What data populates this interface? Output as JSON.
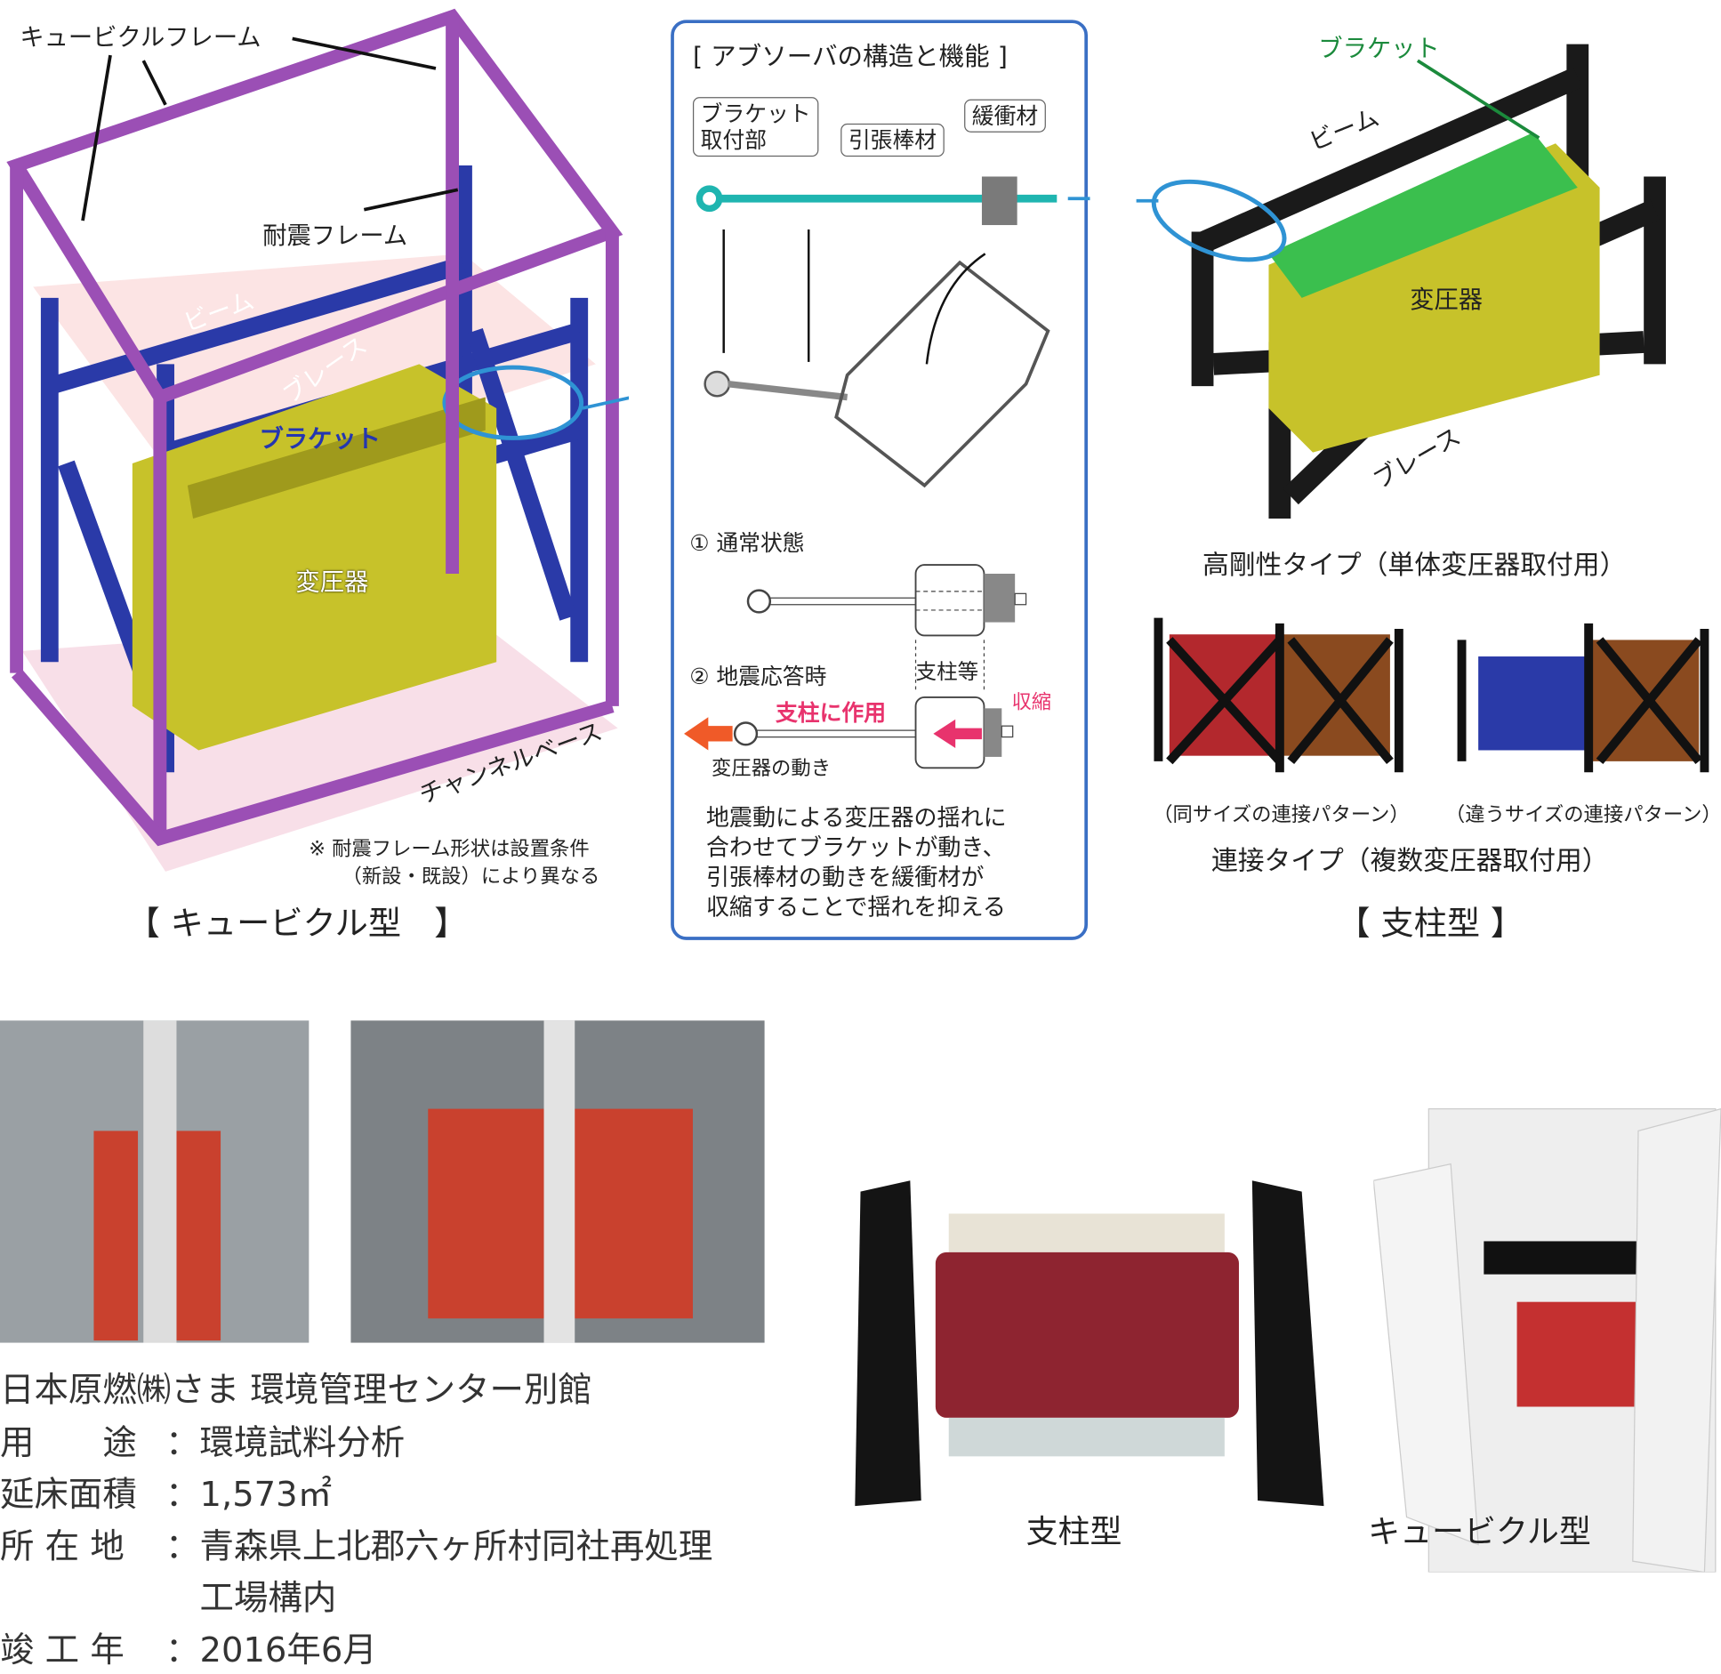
{
  "cubicle": {
    "labels": {
      "cubicle_frame": "キュービクルフレーム",
      "seismic_frame": "耐震フレーム",
      "beam": "ビーム",
      "brace": "ブレース",
      "bracket": "ブラケット",
      "transformer": "変圧器",
      "channel_base": "チャンネルベース"
    },
    "note_line1": "※ 耐震フレーム形状は設置条件",
    "note_line2": "（新設・既設）により異なる",
    "title": "【 キュービクル型　】"
  },
  "absorber": {
    "title": "[ アブソーバの構造と機能 ]",
    "callout_bracket_1": "ブラケット",
    "callout_bracket_2": "取付部",
    "callout_rod": "引張棒材",
    "callout_buffer": "緩衝材",
    "state1": "① 通常状態",
    "state2": "② 地震応答時",
    "pillar": "支柱等",
    "acts_on_pillar": "支柱に作用",
    "contraction": "収縮",
    "transformer_motion": "変圧器の動き",
    "desc": [
      "地震動による変圧器の揺れに",
      "合わせてブラケットが動き、",
      "引張棒材の動きを緩衝材が",
      "収縮することで揺れを抑える"
    ],
    "colors": {
      "border": "#3a6fc4",
      "rod": "#1fb5b0",
      "pink": "#e8336d",
      "arrow": "#f05a28"
    }
  },
  "pillar": {
    "labels": {
      "bracket": "ブラケット",
      "beam": "ビーム",
      "transformer": "変圧器",
      "brace": "ブレース"
    },
    "high_rigidity": "高剛性タイプ（単体変圧器取付用）",
    "same_size": "（同サイズの連接パターン）",
    "diff_size": "（違うサイズの連接パターン）",
    "linked": "連接タイプ（複数変圧器取付用）",
    "title": "【 支柱型 】"
  },
  "case": {
    "client": "日本原燃㈱さま 環境管理センター別館",
    "rows": [
      {
        "k": "用　　途",
        "v": "環境試料分析"
      },
      {
        "k": "延床面積",
        "v": "1,573㎡"
      },
      {
        "k": "所 在 地",
        "v": "青森県上北郡六ヶ所村同社再処理"
      },
      {
        "k": "",
        "v": "工場構内"
      },
      {
        "k": "竣 工 年",
        "v": "2016年6月"
      }
    ]
  },
  "products": {
    "pillar_caption": "支柱型",
    "cubicle_caption": "キュービクル型"
  }
}
